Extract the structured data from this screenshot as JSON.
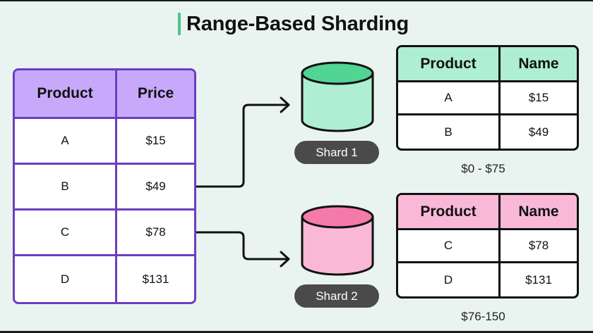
{
  "title": "Range-Based Sharding",
  "main_table": {
    "headers": [
      "Product",
      "Price"
    ],
    "rows": [
      [
        "A",
        "$15"
      ],
      [
        "B",
        "$49"
      ],
      [
        "C",
        "$78"
      ],
      [
        "D",
        "$131"
      ]
    ]
  },
  "shards": [
    {
      "label": "Shard 1",
      "color_top": "#52d494",
      "color_body": "#aeeed1",
      "table": {
        "headers": [
          "Product",
          "Name"
        ],
        "rows": [
          [
            "A",
            "$15"
          ],
          [
            "B",
            "$49"
          ]
        ]
      },
      "range": "$0 - $75"
    },
    {
      "label": "Shard 2",
      "color_top": "#f37aa9",
      "color_body": "#f9b9d6",
      "table": {
        "headers": [
          "Product",
          "Name"
        ],
        "rows": [
          [
            "C",
            "$78"
          ],
          [
            "D",
            "$131"
          ]
        ]
      },
      "range": "$76-150"
    }
  ],
  "colors": {
    "background": "#e9f4f0",
    "accent": "#4fc48a",
    "main_border": "#6a3fc0",
    "main_header": "#c8a8fb"
  }
}
